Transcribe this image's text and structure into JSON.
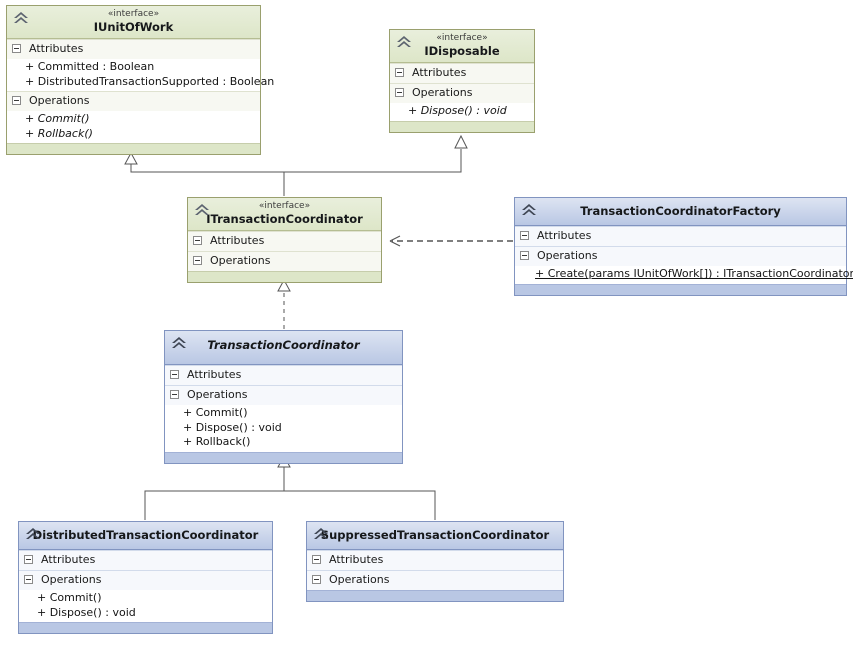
{
  "diagram": {
    "type": "uml-class-diagram",
    "background": "#ffffff",
    "palette": {
      "interface_header": "#dde6c8",
      "interface_border": "#9aa06e",
      "class_header": "#b9c7e4",
      "class_border": "#8194c0",
      "connector": "#555555",
      "text": "#1a1a1a"
    },
    "labels": {
      "attributes": "Attributes",
      "operations": "Operations",
      "stereotype_interface": "«interface»"
    }
  },
  "classes": [
    {
      "id": "iunitofwork",
      "name": "IUnitOfWork",
      "stereotype": "«interface»",
      "kind": "interface",
      "abstract": false,
      "icon": "double-chevron-icon",
      "attributes_label": "Attributes",
      "attributes": [
        "+ Committed : Boolean",
        "+ DistributedTransactionSupported : Boolean"
      ],
      "operations_label": "Operations",
      "operations": [
        "+ Commit()",
        "+ Rollback()"
      ]
    },
    {
      "id": "idisposable",
      "name": "IDisposable",
      "stereotype": "«interface»",
      "kind": "interface",
      "abstract": false,
      "icon": "double-chevron-icon",
      "attributes_label": "Attributes",
      "attributes": [],
      "operations_label": "Operations",
      "operations": [
        "+ Dispose() : void"
      ]
    },
    {
      "id": "itransactioncoordinator",
      "name": "ITransactionCoordinator",
      "stereotype": "«interface»",
      "kind": "interface",
      "abstract": false,
      "icon": "double-chevron-icon",
      "attributes_label": "Attributes",
      "attributes": [],
      "operations_label": "Operations",
      "operations": []
    },
    {
      "id": "transactioncoordinatorfactory",
      "name": "TransactionCoordinatorFactory",
      "stereotype": "",
      "kind": "class",
      "abstract": false,
      "icon": "double-chevron-icon",
      "attributes_label": "Attributes",
      "attributes": [],
      "operations_label": "Operations",
      "operations": [
        "+ Create(params IUnitOfWork[]) : ITransactionCoordinator"
      ]
    },
    {
      "id": "transactioncoordinator",
      "name": "TransactionCoordinator",
      "stereotype": "",
      "kind": "class",
      "abstract": true,
      "icon": "double-chevron-icon",
      "attributes_label": "Attributes",
      "attributes": [],
      "operations_label": "Operations",
      "operations": [
        "+ Commit()",
        "+ Dispose() : void",
        "+ Rollback()"
      ]
    },
    {
      "id": "distributedtransactioncoordinator",
      "name": "DistributedTransactionCoordinator",
      "stereotype": "",
      "kind": "class",
      "abstract": false,
      "icon": "double-chevron-icon",
      "attributes_label": "Attributes",
      "attributes": [],
      "operations_label": "Operations",
      "operations": [
        "+ Commit()",
        "+ Dispose() : void"
      ]
    },
    {
      "id": "suppressedtransactioncoordinator",
      "name": "SuppressedTransactionCoordinator",
      "stereotype": "",
      "kind": "class",
      "abstract": false,
      "icon": "double-chevron-icon",
      "attributes_label": "Attributes",
      "attributes": [],
      "operations_label": "Operations",
      "operations": []
    }
  ],
  "relationships": [
    {
      "id": "r1",
      "from": "itransactioncoordinator",
      "to": "iunitofwork",
      "type": "generalization",
      "style": "solid",
      "arrow": "hollow-triangle"
    },
    {
      "id": "r2",
      "from": "itransactioncoordinator",
      "to": "idisposable",
      "type": "generalization",
      "style": "solid",
      "arrow": "hollow-triangle"
    },
    {
      "id": "r3",
      "from": "transactioncoordinatorfactory",
      "to": "itransactioncoordinator",
      "type": "dependency",
      "style": "dashed",
      "arrow": "open-arrow"
    },
    {
      "id": "r4",
      "from": "transactioncoordinator",
      "to": "itransactioncoordinator",
      "type": "realization",
      "style": "dashed",
      "arrow": "hollow-triangle"
    },
    {
      "id": "r5",
      "from": "distributedtransactioncoordinator",
      "to": "transactioncoordinator",
      "type": "generalization",
      "style": "solid",
      "arrow": "hollow-triangle"
    },
    {
      "id": "r6",
      "from": "suppressedtransactioncoordinator",
      "to": "transactioncoordinator",
      "type": "generalization",
      "style": "solid",
      "arrow": "hollow-triangle"
    }
  ]
}
